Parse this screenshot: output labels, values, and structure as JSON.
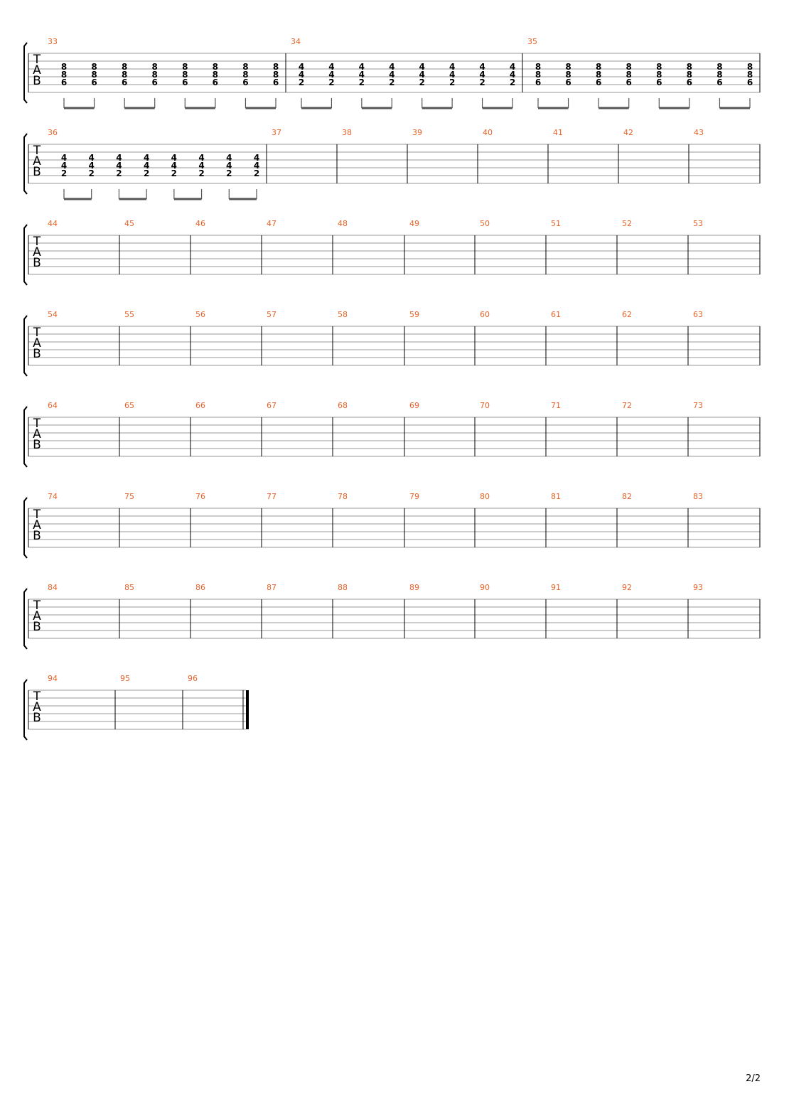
{
  "colors": {
    "measure_number": "#e8642a",
    "staff_line": "#9a9a9a",
    "ink": "#000000",
    "beam": "#555555"
  },
  "tab_clef": [
    "T",
    "A",
    "B"
  ],
  "page_number": "2/2",
  "systems": [
    {
      "measures": [
        {
          "number": "33",
          "chords": [
            [
              "8",
              "8",
              "6"
            ],
            [
              "8",
              "8",
              "6"
            ],
            [
              "8",
              "8",
              "6"
            ],
            [
              "8",
              "8",
              "6"
            ],
            [
              "8",
              "8",
              "6"
            ],
            [
              "8",
              "8",
              "6"
            ],
            [
              "8",
              "8",
              "6"
            ],
            [
              "8",
              "8",
              "6"
            ]
          ]
        },
        {
          "number": "34",
          "chords": [
            [
              "4",
              "4",
              "2"
            ],
            [
              "4",
              "4",
              "2"
            ],
            [
              "4",
              "4",
              "2"
            ],
            [
              "4",
              "4",
              "2"
            ],
            [
              "4",
              "4",
              "2"
            ],
            [
              "4",
              "4",
              "2"
            ],
            [
              "4",
              "4",
              "2"
            ],
            [
              "4",
              "4",
              "2"
            ]
          ]
        },
        {
          "number": "35",
          "chords": [
            [
              "8",
              "8",
              "6"
            ],
            [
              "8",
              "8",
              "6"
            ],
            [
              "8",
              "8",
              "6"
            ],
            [
              "8",
              "8",
              "6"
            ],
            [
              "8",
              "8",
              "6"
            ],
            [
              "8",
              "8",
              "6"
            ],
            [
              "8",
              "8",
              "6"
            ],
            [
              "8",
              "8",
              "6"
            ]
          ]
        }
      ]
    },
    {
      "measures": [
        {
          "number": "36",
          "chords": [
            [
              "4",
              "4",
              "2"
            ],
            [
              "4",
              "4",
              "2"
            ],
            [
              "4",
              "4",
              "2"
            ],
            [
              "4",
              "4",
              "2"
            ],
            [
              "4",
              "4",
              "2"
            ],
            [
              "4",
              "4",
              "2"
            ],
            [
              "4",
              "4",
              "2"
            ],
            [
              "4",
              "4",
              "2"
            ]
          ]
        },
        {
          "number": "37",
          "chords": []
        },
        {
          "number": "38",
          "chords": []
        },
        {
          "number": "39",
          "chords": []
        },
        {
          "number": "40",
          "chords": []
        },
        {
          "number": "41",
          "chords": []
        },
        {
          "number": "42",
          "chords": []
        },
        {
          "number": "43",
          "chords": []
        }
      ]
    },
    {
      "measures": [
        {
          "number": "44",
          "chords": []
        },
        {
          "number": "45",
          "chords": []
        },
        {
          "number": "46",
          "chords": []
        },
        {
          "number": "47",
          "chords": []
        },
        {
          "number": "48",
          "chords": []
        },
        {
          "number": "49",
          "chords": []
        },
        {
          "number": "50",
          "chords": []
        },
        {
          "number": "51",
          "chords": []
        },
        {
          "number": "52",
          "chords": []
        },
        {
          "number": "53",
          "chords": []
        }
      ]
    },
    {
      "measures": [
        {
          "number": "54",
          "chords": []
        },
        {
          "number": "55",
          "chords": []
        },
        {
          "number": "56",
          "chords": []
        },
        {
          "number": "57",
          "chords": []
        },
        {
          "number": "58",
          "chords": []
        },
        {
          "number": "59",
          "chords": []
        },
        {
          "number": "60",
          "chords": []
        },
        {
          "number": "61",
          "chords": []
        },
        {
          "number": "62",
          "chords": []
        },
        {
          "number": "63",
          "chords": []
        }
      ]
    },
    {
      "measures": [
        {
          "number": "64",
          "chords": []
        },
        {
          "number": "65",
          "chords": []
        },
        {
          "number": "66",
          "chords": []
        },
        {
          "number": "67",
          "chords": []
        },
        {
          "number": "68",
          "chords": []
        },
        {
          "number": "69",
          "chords": []
        },
        {
          "number": "70",
          "chords": []
        },
        {
          "number": "71",
          "chords": []
        },
        {
          "number": "72",
          "chords": []
        },
        {
          "number": "73",
          "chords": []
        }
      ]
    },
    {
      "measures": [
        {
          "number": "74",
          "chords": []
        },
        {
          "number": "75",
          "chords": []
        },
        {
          "number": "76",
          "chords": []
        },
        {
          "number": "77",
          "chords": []
        },
        {
          "number": "78",
          "chords": []
        },
        {
          "number": "79",
          "chords": []
        },
        {
          "number": "80",
          "chords": []
        },
        {
          "number": "81",
          "chords": []
        },
        {
          "number": "82",
          "chords": []
        },
        {
          "number": "83",
          "chords": []
        }
      ]
    },
    {
      "measures": [
        {
          "number": "84",
          "chords": []
        },
        {
          "number": "85",
          "chords": []
        },
        {
          "number": "86",
          "chords": []
        },
        {
          "number": "87",
          "chords": []
        },
        {
          "number": "88",
          "chords": []
        },
        {
          "number": "89",
          "chords": []
        },
        {
          "number": "90",
          "chords": []
        },
        {
          "number": "91",
          "chords": []
        },
        {
          "number": "92",
          "chords": []
        },
        {
          "number": "93",
          "chords": []
        }
      ]
    },
    {
      "final_barline": true,
      "measures": [
        {
          "number": "94",
          "chords": []
        },
        {
          "number": "95",
          "chords": []
        },
        {
          "number": "96",
          "chords": []
        }
      ]
    }
  ]
}
